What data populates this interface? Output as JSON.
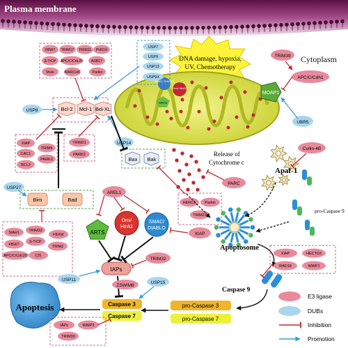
{
  "header": {
    "plasma_membrane": "Plasma membrane",
    "cytoplasm": "Cytoplasm"
  },
  "stress": {
    "line1": "DNA damage, hypoxia,",
    "line2": "UV, Chemotherapy"
  },
  "labels": {
    "release": "Release of",
    "cytochrome": "Cytochrome c",
    "apaf1": "Apaf-1",
    "procaspase9": "pro-Caspase 9",
    "apoptosome": "Apoptosome",
    "caspase9": "Caspase 9",
    "apoptosis": "Apoptosis"
  },
  "proteins": {
    "bcl2": "Bcl-2",
    "mcl1": "Mcl-1",
    "bclxl": "Bcl-XL",
    "bax": "Bax",
    "bak": "Bak",
    "bim": "Bim",
    "bad": "Bad",
    "arts": "ARTS",
    "omi": "Omi/",
    "htra2": "HtrA2",
    "smac": "SMAC/",
    "diablo": "DIABLO",
    "iaps": "IAPs",
    "moap1": "MOAP1",
    "arts_mito": "ARTS",
    "smac_mito": "SMAC/ DIABLO",
    "omi_mito": "Omi/ HtrA2"
  },
  "caspases": {
    "casp3": "Caspase 3",
    "casp7": "Caspase 7",
    "procasp3": "pro-Caspase 3",
    "procasp7": "pro-Caspase 7"
  },
  "e3": {
    "mcl1_group": [
      "FBW7",
      "TRIM17",
      "TRIM11",
      "PHICH",
      "β-TrCP",
      "APC/C/Cdc20",
      "ASB17",
      "Mule",
      "MARCH5",
      "Parkin"
    ],
    "trim39": "TRIM39",
    "apc_cdh1": "APC/C/Cdh1",
    "bcl2_group": [
      "XIAP",
      "CAC1",
      "TRIM9",
      "BCL2",
      "PARK2"
    ],
    "bclxl_group": [
      "TRIM21",
      "PARK2"
    ],
    "bax_group": [
      "HERC1",
      "Parkin",
      "TRIM21"
    ],
    "cullin": "Cullin-4B",
    "parc": "PARC",
    "bim_group": [
      "SIAH1",
      "TRIM33",
      "FBXW",
      "FBW7",
      "β-TrCP",
      "TRIM2",
      "APC/C/Cdc20",
      "CIS"
    ],
    "arel1": "AREL1",
    "xiap": "XIAP",
    "trim32": "TRIM32",
    "zswim": "ZSWIM8",
    "casp9_group": [
      "XIAP",
      "HECTD3",
      "RAD18",
      "WWP1"
    ],
    "casp_group": [
      "IAPs",
      "WWP2",
      "TRIM39"
    ]
  },
  "dubs": {
    "mcl1_group": [
      "USP7",
      "USP9",
      "USP13",
      "USP9X"
    ],
    "usp8": "USP8",
    "usp14": "USP14",
    "usp27": "USP27",
    "ubr5": "UBR5",
    "usp11": "USP11",
    "usp15": "USP15"
  },
  "legend": {
    "e3": "E3 ligase",
    "dubs": "DUBs",
    "inhibition": "Inhibition",
    "promotion": "Promotion"
  },
  "colors": {
    "e3": "#e88a9b",
    "dub": "#a9d6ee",
    "inhibit": "#c0282f",
    "promote": "#3a9bd8",
    "mito": "#cfd93a",
    "membrane": "#7a1a56"
  }
}
